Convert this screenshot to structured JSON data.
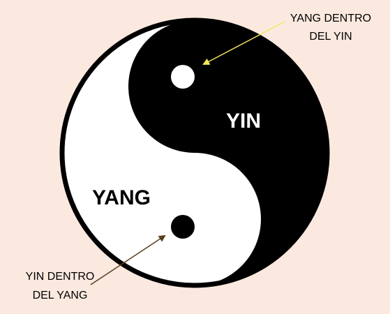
{
  "diagram": {
    "colors": {
      "background": "#fbe9e0",
      "dark": "#000000",
      "light": "#ffffff",
      "arrow_yang_dentro_del_yin": "#f2e85a",
      "arrow_yin_dentro_del_yang": "#5a3d1e"
    },
    "labels": {
      "yin": "YIN",
      "yang": "YANG",
      "yang_dentro_del_yin_line1": "YANG DENTRO",
      "yang_dentro_del_yin_line2": "DEL YIN",
      "yin_dentro_del_yang_line1": "YIN DENTRO",
      "yin_dentro_del_yang_line2": "DEL YANG"
    }
  }
}
